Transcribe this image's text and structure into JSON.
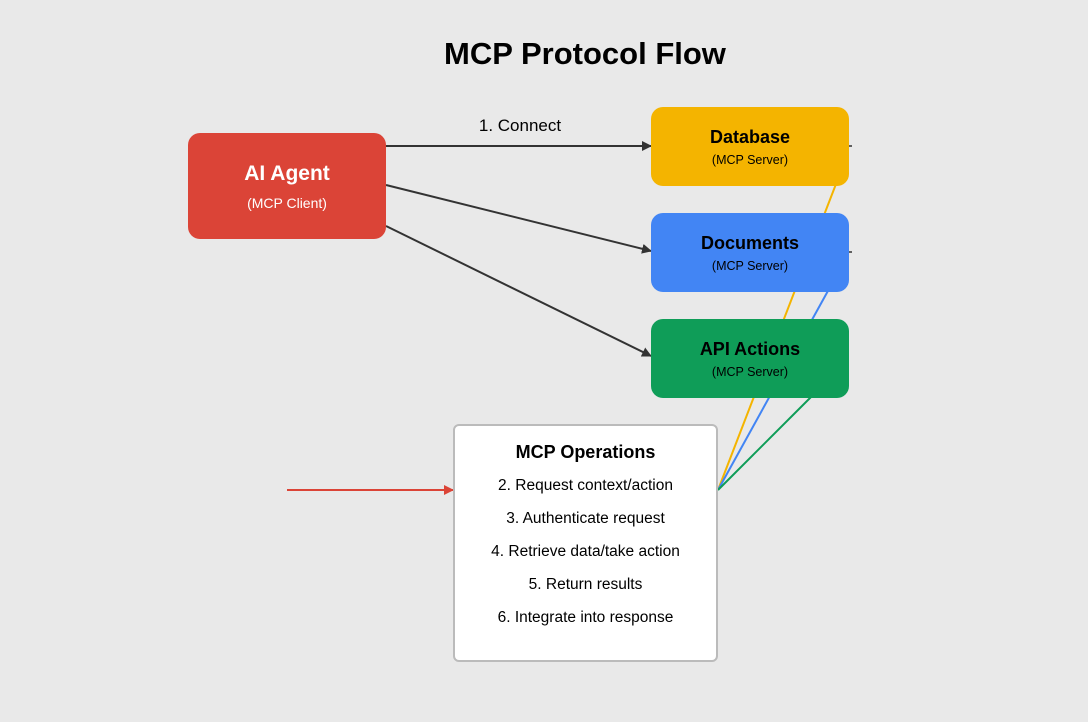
{
  "title": "MCP Protocol Flow",
  "client": {
    "name": "AI Agent",
    "role": "(MCP Client)"
  },
  "servers": [
    {
      "name": "Database",
      "role": "(MCP Server)",
      "color": "#f4b400"
    },
    {
      "name": "Documents",
      "role": "(MCP Server)",
      "color": "#4285f4"
    },
    {
      "name": "API Actions",
      "role": "(MCP Server)",
      "color": "#0f9d58"
    }
  ],
  "edges": {
    "connect_label": "1. Connect"
  },
  "operations": {
    "title": "MCP Operations",
    "steps": [
      "2. Request context/action",
      "3. Authenticate request",
      "4. Retrieve data/take action",
      "5. Return results",
      "6. Integrate into response"
    ]
  },
  "colors": {
    "background": "#e9e9e9",
    "client": "#db4437",
    "arrow": "#333333",
    "incoming_arrow": "#db4437"
  }
}
